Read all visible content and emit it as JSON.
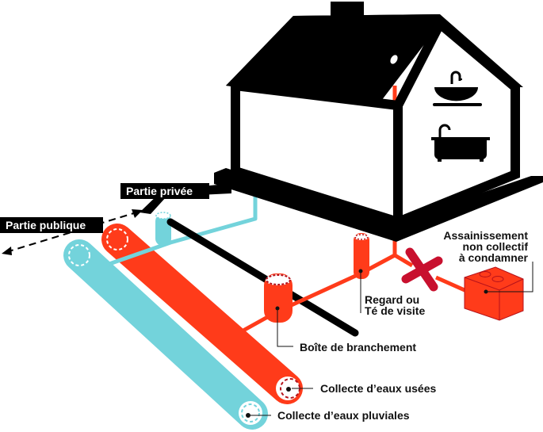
{
  "colors": {
    "black": "#000000",
    "waste_red": "#ff3b1a",
    "rain_cyan": "#73d3db",
    "cross_darkred": "#c8102e",
    "dash_darkred": "#b5121b",
    "text": "#111111"
  },
  "labels": {
    "partie_privee": "Partie privée",
    "partie_publique": "Partie publique",
    "assainissement_line1": "Assainissement",
    "assainissement_line2": "non collectif",
    "assainissement_line3": "à condamner",
    "regard_line1": "Regard ou",
    "regard_line2": "Té de visite",
    "boite": "Boîte de branchement",
    "collecte_usees": "Collecte d’eaux usées",
    "collecte_pluviales": "Collecte d’eaux pluviales"
  },
  "icons": {
    "sink": "sink-icon",
    "bathtub": "bathtub-icon",
    "cross": "cross-icon",
    "septic_tank": "septic-tank-icon"
  }
}
